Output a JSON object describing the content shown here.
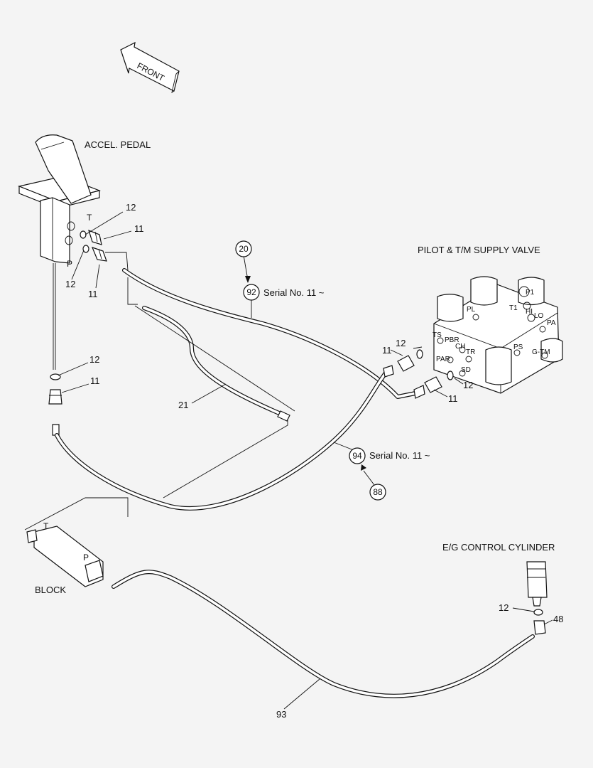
{
  "direction_label": "FRONT",
  "components": {
    "accel_pedal": "ACCEL. PEDAL",
    "pilot_valve": "PILOT & T/M SUPPLY VALVE",
    "eg_cylinder": "E/G CONTROL CYLINDER",
    "block": "BLOCK"
  },
  "port_labels": {
    "pedal_t": "T",
    "pedal_p": "P",
    "block_t": "T",
    "block_p": "P",
    "valve": [
      "P1",
      "T1",
      "HI",
      "LO",
      "PL",
      "PA",
      "TS",
      "PBR",
      "CH",
      "TR",
      "PAR",
      "SD",
      "PS",
      "G-TM"
    ]
  },
  "callouts": {
    "c12": "12",
    "c11": "11",
    "c21": "21",
    "c48": "48",
    "c93": "93",
    "c20": "20",
    "c92": "92",
    "c94": "94",
    "c88": "88"
  },
  "serial_notes": {
    "hose_92": "Serial No. 11 ~",
    "hose_94": "Serial No. 11 ~"
  },
  "colors": {
    "ink": "#111111",
    "paper": "#f4f4f4",
    "part_fill": "#ffffff"
  }
}
